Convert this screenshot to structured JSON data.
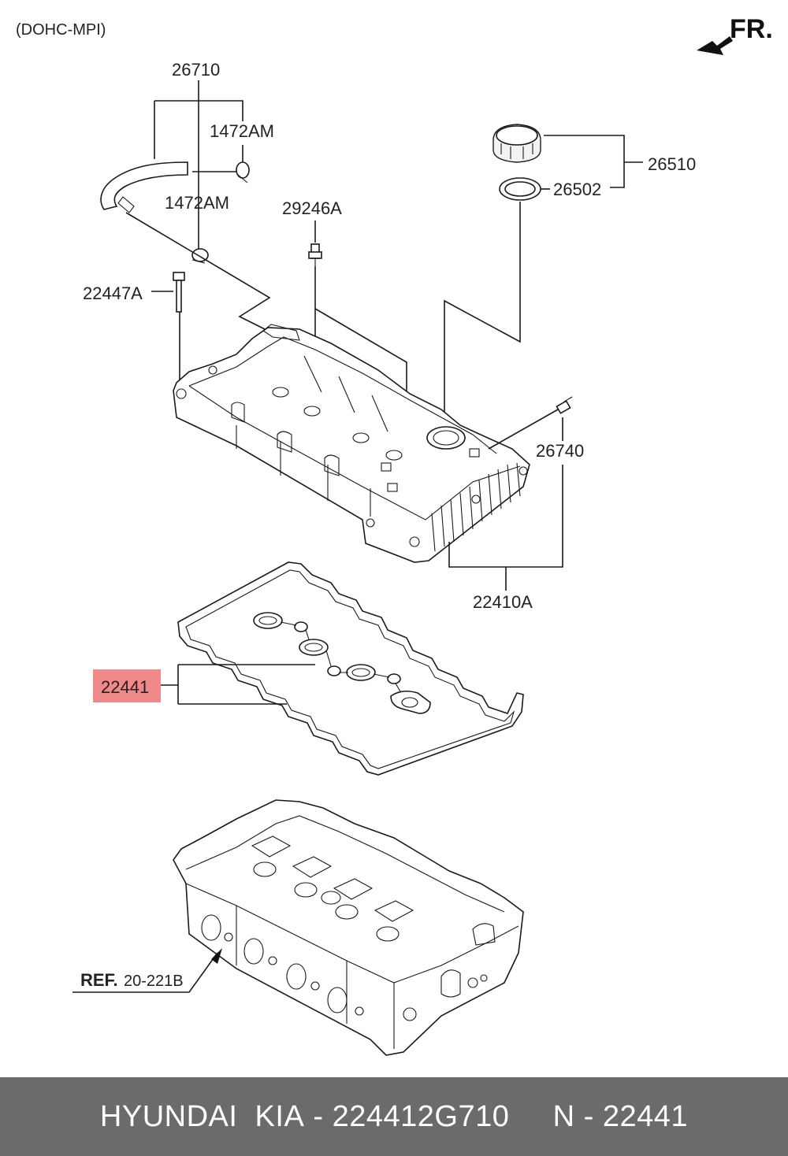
{
  "header": {
    "engine_type": "(DOHC-MPI)",
    "front_marker": "FR."
  },
  "labels": {
    "p26710": "26710",
    "p1472am_upper": "1472AM",
    "p1472am_lower": "1472AM",
    "p26510": "26510",
    "p26502": "26502",
    "p29246a": "29246A",
    "p22447a": "22447A",
    "p26740": "26740",
    "p22410a": "22410A",
    "p22441": "22441",
    "ref_prefix": "REF.",
    "ref_number": "20-221B"
  },
  "highlight": {
    "part": "22441",
    "color": "#f08a8a"
  },
  "footer": {
    "brand": "HYUNDAI  KIA",
    "separator1": " - ",
    "part_number": "224412G710",
    "gap": "     ",
    "ref_prefix": "N",
    "separator2": " - ",
    "ref_number": "22441",
    "background": "#6b6b6b"
  }
}
